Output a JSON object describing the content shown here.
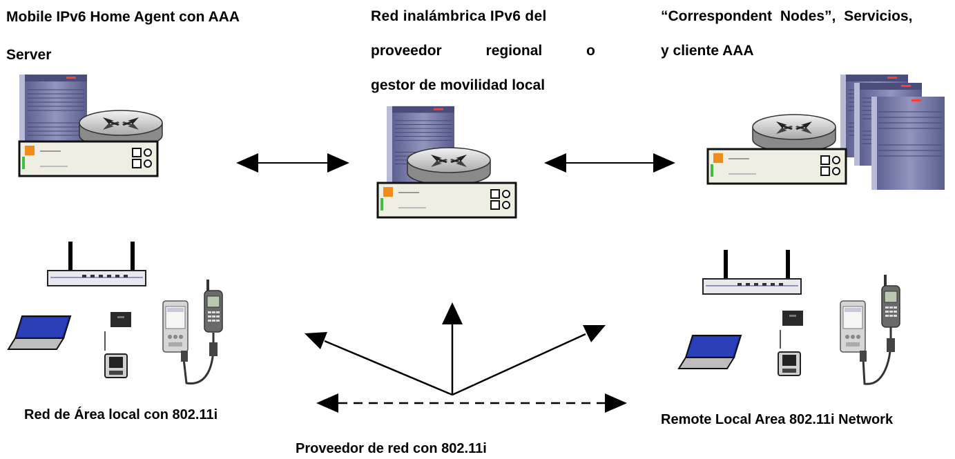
{
  "labels": {
    "home_agent": [
      "Mobile IPv6 Home Agent con AAA",
      "Server"
    ],
    "provider_wireless": [
      "Red inalámbrica IPv6 del",
      "proveedor regional o",
      "gestor de movilidad local"
    ],
    "correspondent": [
      "“Correspondent Nodes”, Servicios,",
      "y cliente AAA"
    ],
    "local_lan": "Red de Área local con 802.11i",
    "provider_network": "Proveedor de red con 802.11i",
    "remote_lan": "Remote Local Area 802.11i Network"
  },
  "colors": {
    "server_body": "#7a7ea8",
    "router_top": "#d8d8d8",
    "switch_face": "#efeee2",
    "orange": "#f08c1e",
    "green": "#3fbf3f",
    "laptop_screen": "#1e2fa0"
  },
  "icons": [
    "server-icon",
    "router-icon",
    "switch-icon",
    "access-point-icon",
    "laptop-icon",
    "pda-icon",
    "cell-phone-icon",
    "modem-icon"
  ]
}
